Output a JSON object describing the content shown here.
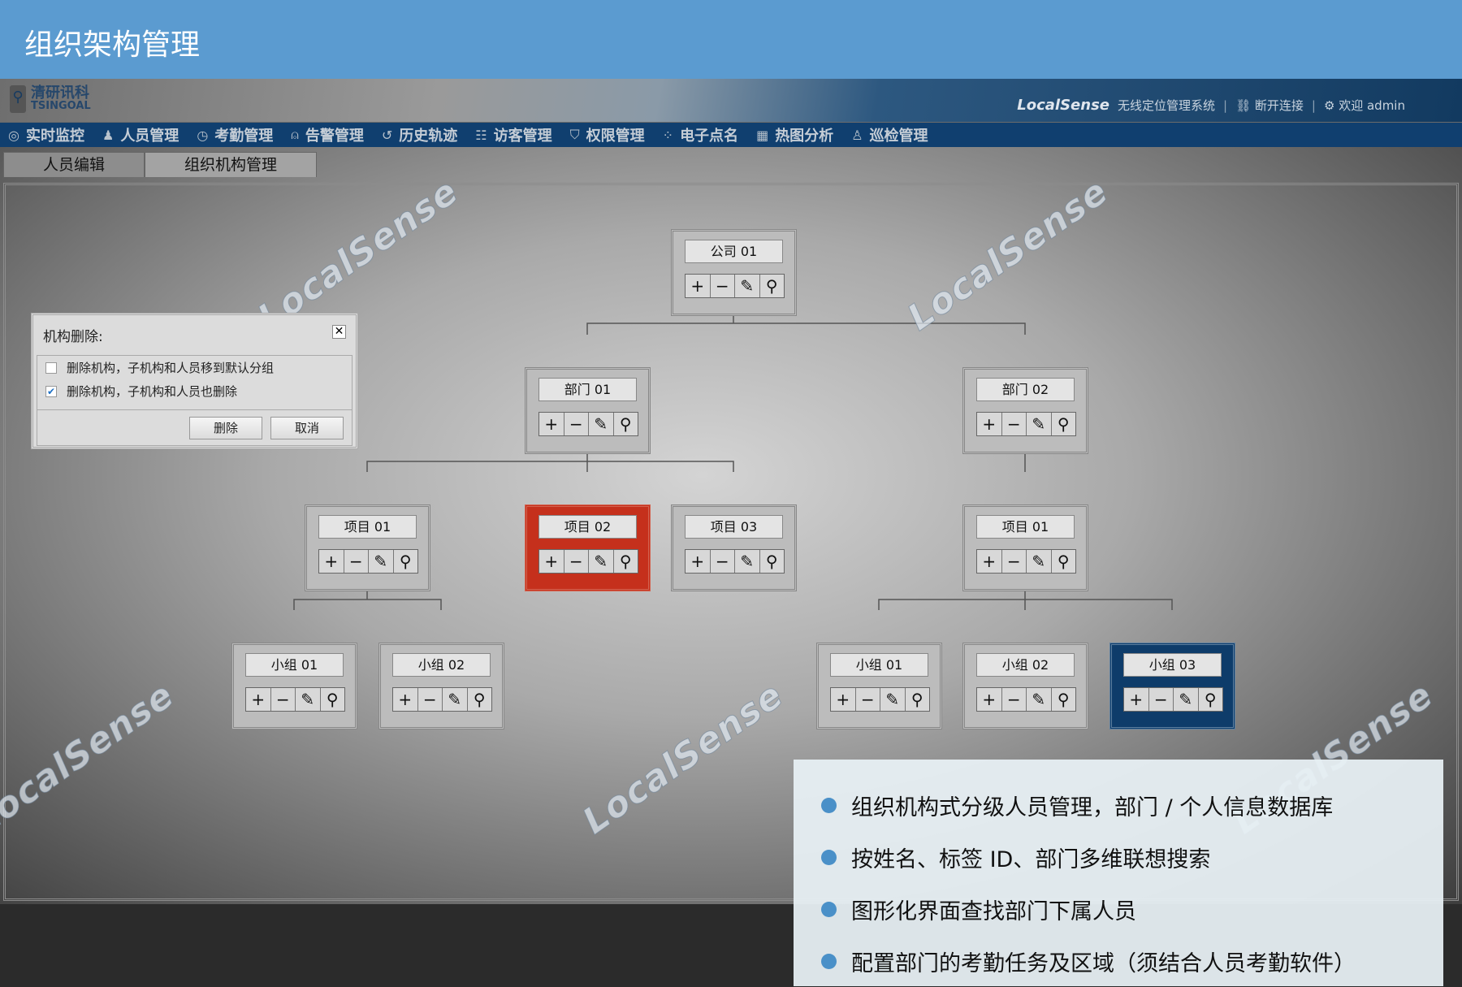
{
  "page_title": "组织架构管理",
  "app": {
    "logo": {
      "cn": "清研讯科",
      "en": "TSINGOAL"
    },
    "brand": "LocalSense",
    "system_name": "无线定位管理系统",
    "disconnect": "断开连接",
    "welcome": "欢迎 admin",
    "nav": [
      {
        "label": "实时监控",
        "icon": "eye-icon"
      },
      {
        "label": "人员管理",
        "icon": "people-icon"
      },
      {
        "label": "考勤管理",
        "icon": "clock-icon"
      },
      {
        "label": "告警管理",
        "icon": "alarm-icon"
      },
      {
        "label": "历史轨迹",
        "icon": "history-icon"
      },
      {
        "label": "访客管理",
        "icon": "visitor-icon"
      },
      {
        "label": "权限管理",
        "icon": "shield-icon"
      },
      {
        "label": "电子点名",
        "icon": "rollcall-icon"
      },
      {
        "label": "热图分析",
        "icon": "heatmap-icon"
      },
      {
        "label": "巡检管理",
        "icon": "patrol-icon"
      }
    ],
    "tabs": [
      {
        "label": "人员编辑",
        "active": false
      },
      {
        "label": "组织机构管理",
        "active": true
      }
    ]
  },
  "tree": {
    "buttons": [
      "+",
      "−",
      "✎",
      "⚲"
    ],
    "nodes": [
      {
        "label": "公司 01"
      },
      {
        "label": "部门 01"
      },
      {
        "label": "部门 02"
      },
      {
        "label": "项目 01"
      },
      {
        "label": "项目 02",
        "state": "selected"
      },
      {
        "label": "项目 03"
      },
      {
        "label": "项目 01"
      },
      {
        "label": "小组 01"
      },
      {
        "label": "小组 02"
      },
      {
        "label": "小组 01"
      },
      {
        "label": "小组 02"
      },
      {
        "label": "小组 03",
        "state": "highlighted"
      }
    ],
    "colors": {
      "selected": "#c5301c",
      "highlighted": "#0e3c6a"
    }
  },
  "dialog": {
    "title": "机构删除:",
    "options": [
      {
        "label": "删除机构，子机构和人员移到默认分组",
        "checked": false
      },
      {
        "label": "删除机构，子机构和人员也删除",
        "checked": true
      }
    ],
    "delete_label": "删除",
    "cancel_label": "取消"
  },
  "features": [
    "组织机构式分级人员管理，部门 / 个人信息数据库",
    "按姓名、标签 ID、部门多维联想搜索",
    "图形化界面查找部门下属人员",
    "配置部门的考勤任务及区域（须结合人员考勤软件）"
  ],
  "watermark": "LocalSense"
}
